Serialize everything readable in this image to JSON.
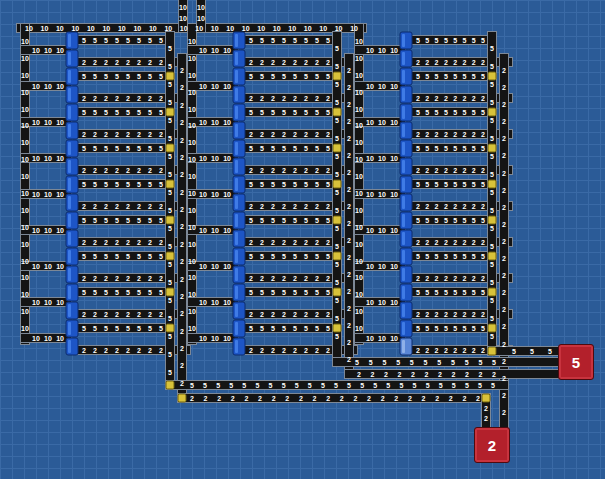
{
  "diagram": {
    "nodes": [
      {
        "text": [
          "5"
        ]
      },
      {
        "text": [
          "2"
        ]
      }
    ],
    "labels": [
      "10 10 10 10 10 10 10 10 10 10 10 10 10 10 10 10 10 10 10 10 10 10",
      "10 10",
      "10 10",
      "10 10 10 10 10 10 10 10 10 10 10 10 10 10 10 10 10 10",
      "10 10 10",
      "10 10 10",
      "10 10 10",
      "10 10 10",
      "10 10 10",
      "10 10 10",
      "10 10 10",
      "10 10 10",
      "10 10 10",
      "5 5 5 5 5 5 5 5",
      "5 5 5 5 5 5 5 5",
      "5 5 5 5 5 5 5 5",
      "5 5 5 5 5 5 5 5",
      "5 5 5 5 5 5 5 5",
      "5 5 5 5 5 5 5 5",
      "5 5 5 5 5 5 5 5",
      "5 5 5 5 5 5 5 5",
      "5 5 5 5 5 5 5 5",
      "2 2 2 2 2 2 2 2",
      "2 2 2 2 2 2 2 2",
      "2 2 2 2 2 2 2 2",
      "2 2 2 2 2 2 2 2",
      "2 2 2 2 2 2 2 2",
      "2 2 2 2 2 2 2 2",
      "2 2 2 2 2 2 2 2",
      "2 2 2 2 2 2 2 2",
      "2 2 2 2 2 2 2 2",
      "5 5 5 5 5 5 5 5 5 5 5 5 5 5 5 5 5 5 5",
      "2 2 2 2 2 2 2 2 2 2 2 2 2 2 2 2 2 2 2",
      "10 10 10 10 10 10 10 10 10 10 10 10 10 10 10 10 10 10",
      "10 10 10",
      "10 10 10",
      "10 10 10",
      "10 10 10",
      "10 10 10",
      "10 10 10",
      "10 10 10",
      "10 10 10",
      "10 10 10",
      "5 5 5 5 5 5 5 5",
      "5 5 5 5 5 5 5 5",
      "5 5 5 5 5 5 5 5",
      "5 5 5 5 5 5 5 5",
      "5 5 5 5 5 5 5 5",
      "5 5 5 5 5 5 5 5",
      "5 5 5 5 5 5 5 5",
      "5 5 5 5 5 5 5 5",
      "5 5 5 5 5 5 5 5",
      "2 2 2 2 2 2 2 2",
      "2 2 2 2 2 2 2 2",
      "2 2 2 2 2 2 2 2",
      "2 2 2 2 2 2 2 2",
      "2 2 2 2 2 2 2 2",
      "2 2 2 2 2 2 2 2",
      "2 2 2 2 2 2 2 2",
      "2 2 2 2 2 2 2 2",
      "2 2 2 2 2 2 2 2",
      "5 5 5 5 5 5 5 5 5 5 5 5 5 5 5 5 5",
      "2 2 2 2 2 2 2 2 2 2 2 2 2 2 2 2 2 2",
      "10 10 10 10 10 10 10 10 10 10 10 10 10 10 10 10 10 10",
      "10 10 10",
      "10 10 10",
      "10 10 10",
      "10 10 10",
      "10 10 10",
      "10 10 10",
      "10 10 10",
      "10 10 10",
      "10 10 10",
      "5 5 5 5 5 5 5 5",
      "5 5 5 5 5 5 5 5",
      "5 5 5 5 5 5 5 5",
      "5 5 5 5 5 5 5 5",
      "5 5 5 5 5 5 5 5",
      "5 5 5 5 5 5 5 5",
      "5 5 5 5 5 5 5 5",
      "5 5 5 5 5 5 5 5",
      "5 5 5 5 5 5 5 5",
      "2 2 2 2 2 2 2 2",
      "2 2 2 2 2 2 2 2",
      "2 2 2 2 2 2 2 2",
      "2 2 2 2 2 2 2 2",
      "2 2 2 2 2 2 2 2",
      "2 2 2 2 2 2 2 2",
      "2 2 2 2 2 2 2 2",
      "2 2 2 2 2 2 2 2",
      "2 2 2 2 2 2 2 2",
      "5 5 5 5 5 5 5 5 5 5 5 5 5 5 5 5 5",
      "2 2 2 2 2 2 2 2 2 2 2 2 2 2 2 2 2 2 2 2 2",
      "5 5 5 5 5 5 5 5 5 5 5 5 5 5 5 5 5 5 5 5 5 5 5 5",
      "2 2 2 2 2 2 2 2 2 2 2 2 2 2 2 2 2 2 2 2 2 2",
      "5 5 5 5 5 5 5 5 5 5 5",
      "2 2 2 2 2 2 2 2 2 2 2",
      "5 5 5",
      "2 2"
    ]
  }
}
